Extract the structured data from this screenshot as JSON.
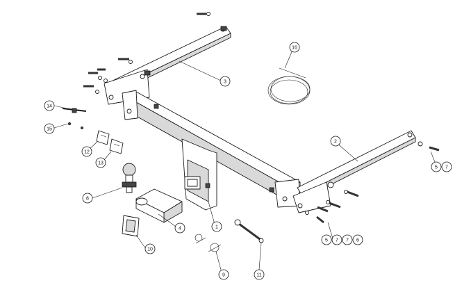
{
  "callouts": {
    "c1": "1",
    "c2": "2",
    "c3": "3",
    "c4": "4",
    "c5a": "5",
    "c7a": "7",
    "c5b": "5",
    "c7b": "7",
    "c7c": "7",
    "c6": "6",
    "c8": "8",
    "c9": "9",
    "c10": "10",
    "c11": "11",
    "c12": "12",
    "c13": "13",
    "c14": "14",
    "c15": "15",
    "c16": "16"
  }
}
